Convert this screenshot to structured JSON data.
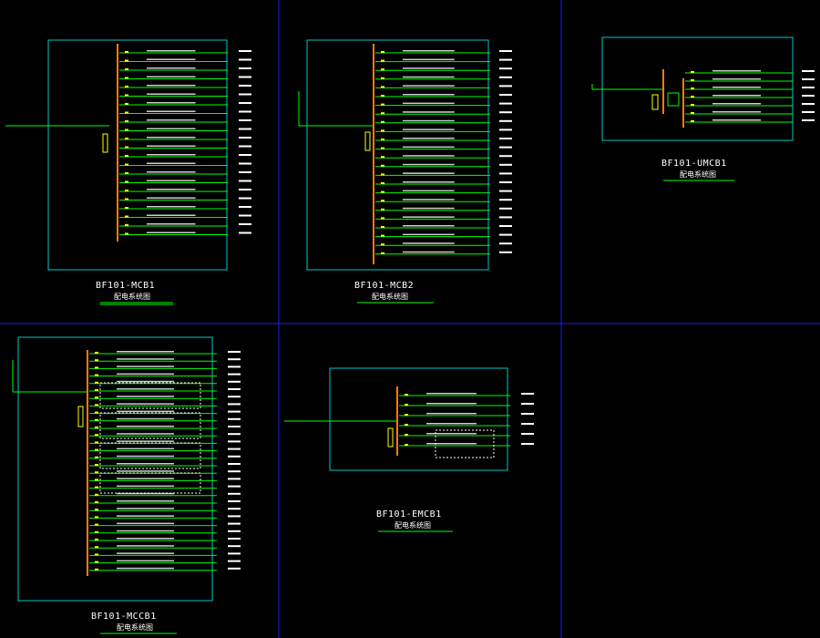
{
  "colors": {
    "background": "#000000",
    "viewport_border": "#1a1aff",
    "panel_border": "#00c8c8",
    "busbar": "#ff8000",
    "feeder_line": "#00ff00",
    "breaker": "#ffff00",
    "text": "#ffffff"
  },
  "diagrams": [
    {
      "id": "mcb1",
      "title": "BF101-MCB1",
      "subtitle": "配电系统图",
      "feeders": 22
    },
    {
      "id": "mcb2",
      "title": "BF101-MCB2",
      "subtitle": "配电系统图",
      "feeders": 24
    },
    {
      "id": "umcb1",
      "title": "BF101-UMCB1",
      "subtitle": "配电系统图",
      "feeders": 7
    },
    {
      "id": "mccb1",
      "title": "BF101-MCCB1",
      "subtitle": "配电系统图",
      "feeders": 30
    },
    {
      "id": "emcb1",
      "title": "BF101-EMCB1",
      "subtitle": "配电系统图",
      "feeders": 6
    }
  ]
}
